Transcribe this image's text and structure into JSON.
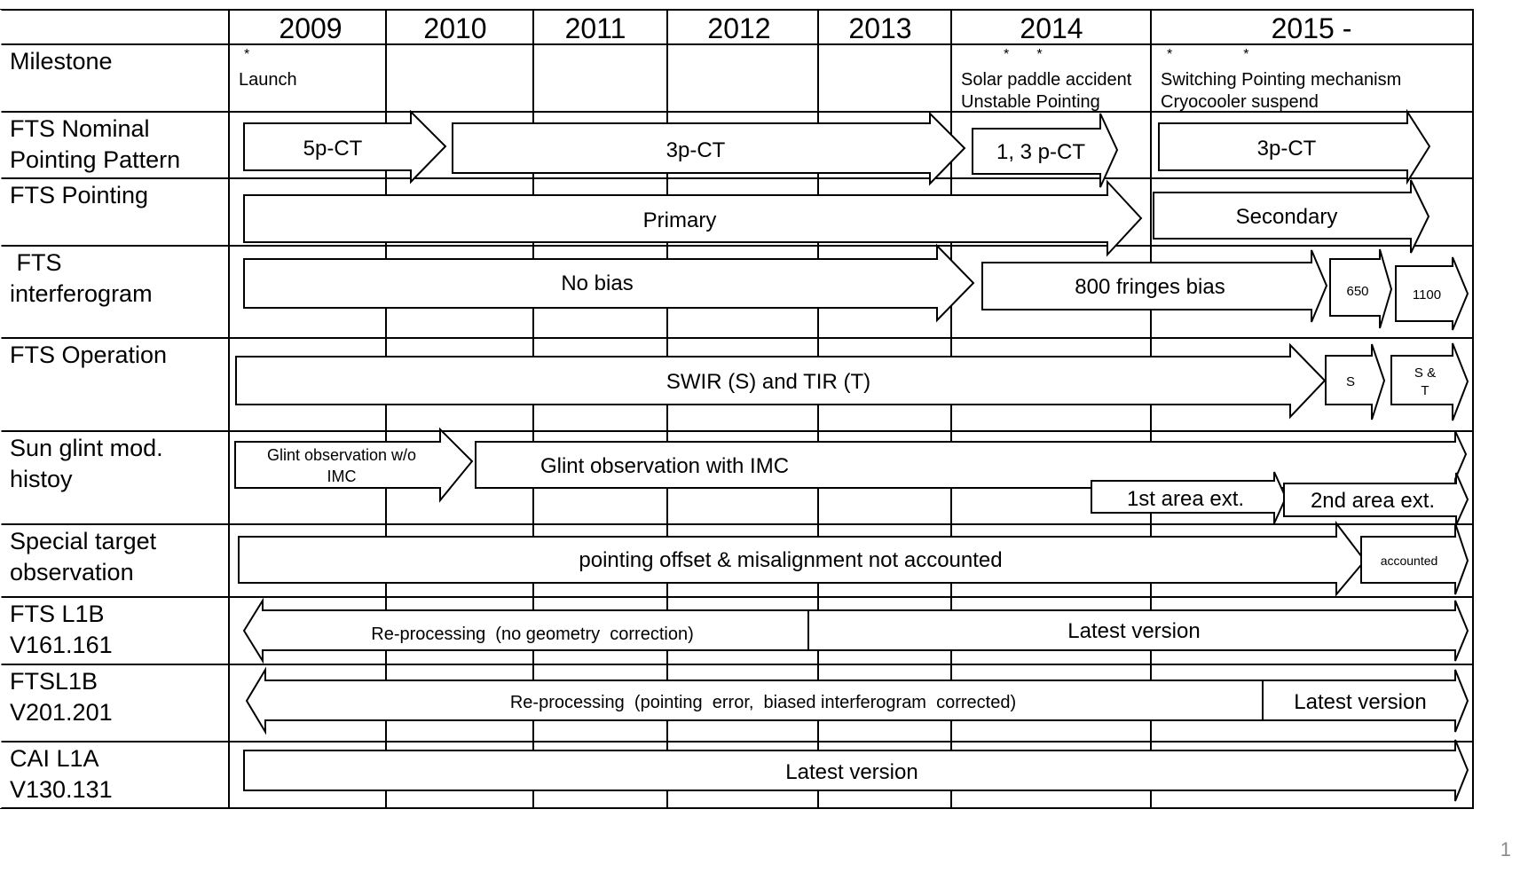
{
  "years": [
    "2009",
    "2010",
    "2011",
    "2012",
    "2013",
    "2014",
    "2015 -"
  ],
  "row_labels": [
    [
      "Milestone"
    ],
    [
      "FTS Nominal",
      "Pointing Pattern"
    ],
    [
      "FTS Pointing"
    ],
    [
      " FTS",
      "interferogram"
    ],
    [
      "FTS Operation"
    ],
    [
      "Sun glint mod.",
      "histoy"
    ],
    [
      "Special target",
      "observation"
    ],
    [
      "FTS L1B",
      "V161.161"
    ],
    [
      "FTSL1B",
      "V201.201"
    ],
    [
      "CAI L1A",
      "V130.131"
    ]
  ],
  "milestones": [
    {
      "mark": "*",
      "lines": [
        "Launch"
      ]
    },
    {
      "mark": "*       *",
      "lines": [
        "Solar paddle accident",
        "Unstable Pointing"
      ]
    },
    {
      "mark": "*                  *",
      "lines": [
        "Switching Pointing mechanism",
        "Cryocooler suspend"
      ]
    }
  ],
  "bars": {
    "pointing_pattern": [
      "5p-CT",
      "3p-CT",
      "1, 3 p-CT",
      "3p-CT"
    ],
    "pointing": [
      "Primary",
      "Secondary"
    ],
    "interferogram": [
      "No bias",
      "800 fringes bias",
      "650",
      "1100"
    ],
    "operation": [
      "SWIR (S) and TIR (T)",
      "S",
      "S &",
      "T"
    ],
    "sun_glint": [
      "Glint observation w/o",
      "IMC",
      "Glint observation with IMC",
      "1st area ext.",
      "2nd area ext."
    ],
    "special_target": [
      "pointing offset & misalignment not accounted",
      "accounted"
    ],
    "l1b_v161": [
      "Re-processing  (no geometry  correction)",
      "Latest version"
    ],
    "l1b_v201": [
      "Re-processing  (pointing  error,  biased interferogram  corrected)",
      "Latest version"
    ],
    "cai_l1a": [
      "Latest version"
    ]
  },
  "page_number": "1"
}
